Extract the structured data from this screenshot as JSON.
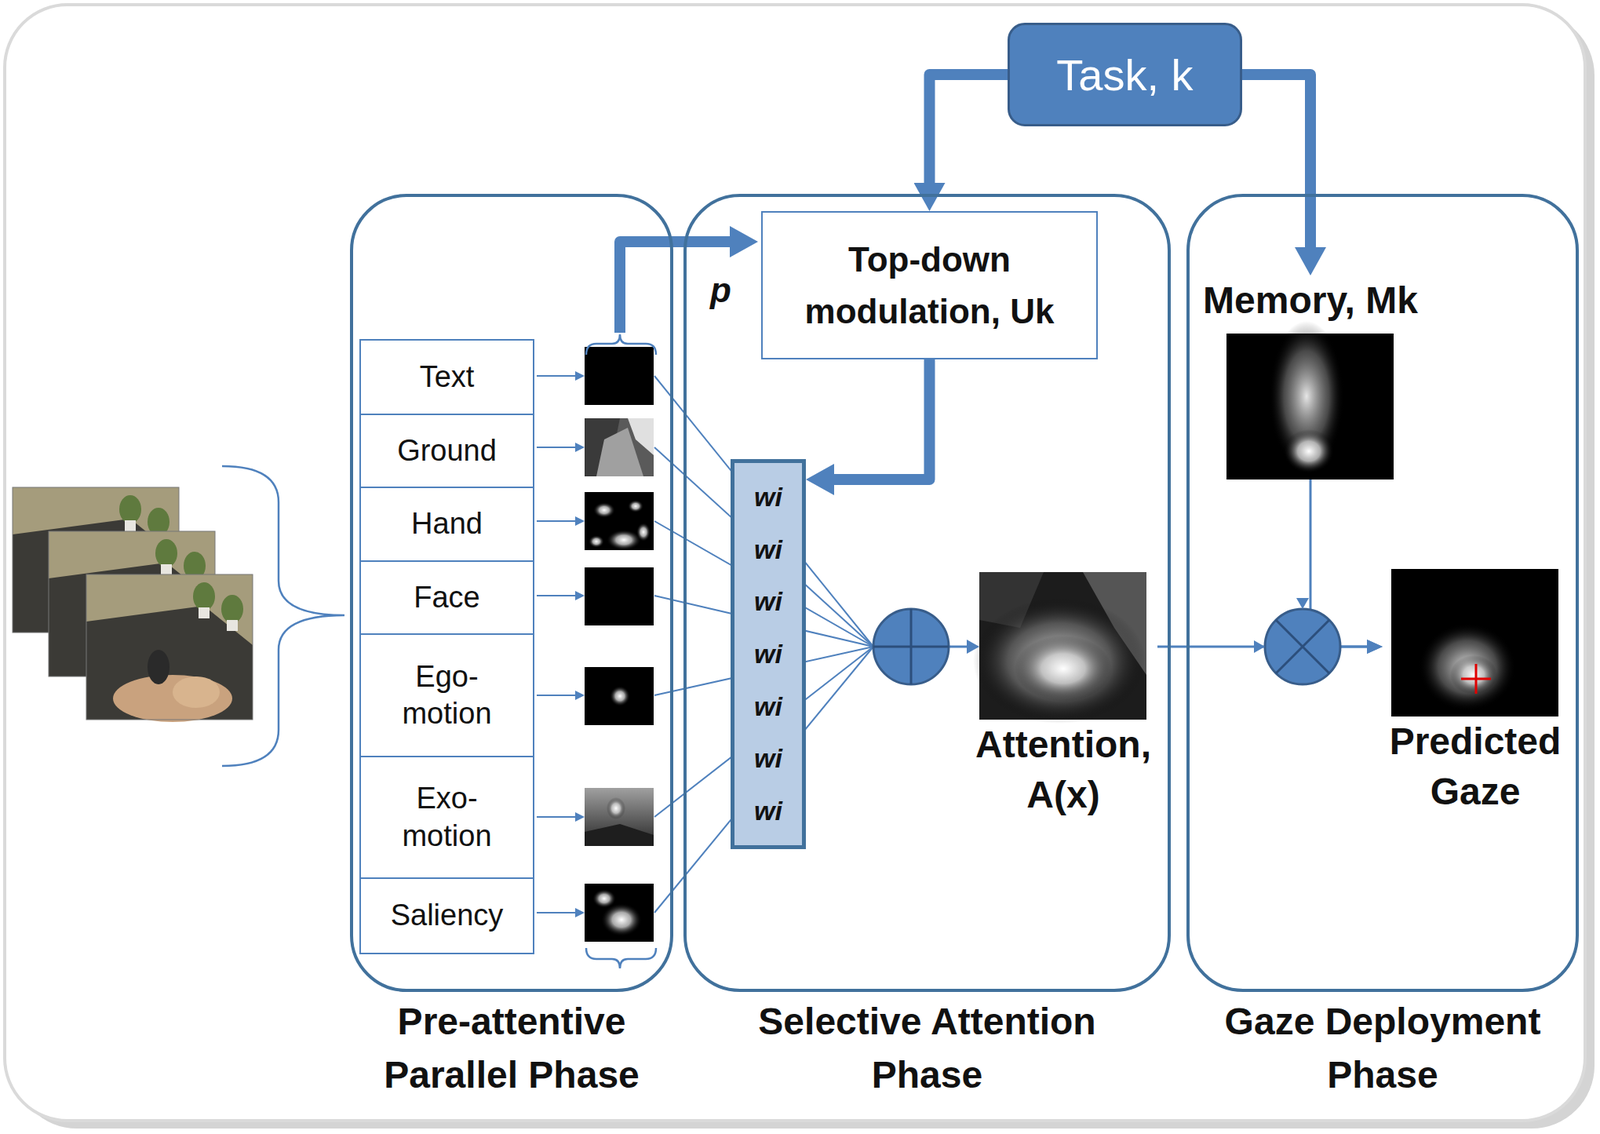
{
  "diagram": {
    "nodes": [
      {
        "text": [
          "Task, k"
        ]
      },
      {
        "text": [
          "Pre-attentive Parallel Phase"
        ]
      },
      {
        "text": [
          "Text"
        ],
        "in": 1
      },
      {
        "text": [
          "Ground"
        ],
        "in": 1
      },
      {
        "text": [
          "Hand"
        ],
        "in": 1
      },
      {
        "text": [
          "Face"
        ],
        "in": 1
      },
      {
        "text": [
          "Ego-motion"
        ],
        "in": 1
      },
      {
        "text": [
          "Exo-motion"
        ],
        "in": 1
      },
      {
        "text": [
          "Saliency"
        ],
        "in": 1
      },
      {
        "text": [
          "Selective Attention Phase"
        ]
      },
      {
        "text": [
          "Top-down modulation, Uk"
        ],
        "in": 9
      },
      {
        "text": [
          "wi",
          "wi",
          "wi",
          "wi",
          "wi",
          "wi",
          "wi"
        ],
        "in": 9
      },
      {
        "text": [
          "Attention, A(x)"
        ],
        "in": 9
      },
      {
        "text": [
          "Gaze Deployment Phase"
        ]
      },
      {
        "text": [
          "Memory, Mk"
        ],
        "in": 13
      },
      {
        "text": [
          "Predicted Gaze"
        ],
        "in": 13
      }
    ],
    "edges": [
      {
        "from": 0,
        "to": 10,
        "arrow": "to"
      },
      {
        "from": 0,
        "to": 14,
        "arrow": "to"
      },
      {
        "from": 10,
        "to": 11,
        "arrow": "to"
      },
      {
        "from": 12,
        "to": 15,
        "arrow": "to"
      },
      {
        "from": 14,
        "to": 15,
        "arrow": "to"
      }
    ],
    "labels": [
      "p"
    ]
  }
}
